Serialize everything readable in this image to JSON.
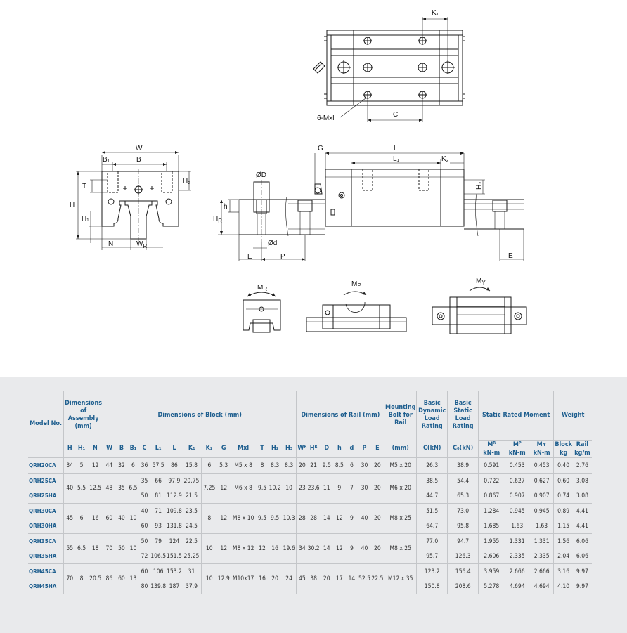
{
  "drawing_labels": {
    "top_view": {
      "k1": "K₁",
      "mxl": "6-Mxl",
      "c": "C"
    },
    "front_view": {
      "w": "W",
      "b1": "B₁",
      "b": "B",
      "t": "T",
      "h2": "H₂",
      "h": "H",
      "h1": "H₁",
      "n": "N",
      "wr": "W",
      "wr_sub": "R"
    },
    "side_view": {
      "g": "G",
      "l": "L",
      "l1": "L₁",
      "k2": "K₂",
      "h3": "H₃",
      "od_top": "ØD",
      "h_small": "h",
      "hr": "H",
      "hr_sub": "R",
      "od_bottom": "Ød",
      "e_left": "E",
      "p": "P",
      "e_right": "E"
    },
    "moments": {
      "mr": "M",
      "mr_sub": "R",
      "mp": "M",
      "mp_sub": "P",
      "my": "M",
      "my_sub": "Y"
    }
  },
  "colors": {
    "header_text": "#1f5f8f",
    "panel_bg": "#e9eaec",
    "rule": "#c4c6c9",
    "line": "#1a1a1a"
  },
  "table": {
    "header": {
      "model_no": "Model No.",
      "assembly": "Dimensions of Assembly (mm)",
      "block": "Dimensions of Block (mm)",
      "rail": "Dimensions of Rail (mm)",
      "mounting": "Mounting Bolt for Rail",
      "dynamic": "Basic Dynamic Load Rating",
      "static": "Basic Static Load Rating",
      "moment": "Static Rated Moment",
      "weight": "Weight",
      "weight_block": "Block",
      "weight_rail": "Rail"
    },
    "columns": [
      "H",
      "H₁",
      "N",
      "W",
      "B",
      "B₁",
      "C",
      "L₁",
      "L",
      "K₁",
      "K₂",
      "G",
      "Mxl",
      "T",
      "H₂",
      "H₃",
      "Wᴿ",
      "Hᴿ",
      "D",
      "h",
      "d",
      "P",
      "E",
      "(mm)",
      "C(kN)",
      "C₀(kN)",
      "Mᴿ",
      "Mᴾ",
      "Mʏ",
      "kg",
      "kg/m"
    ],
    "moment_units": [
      "kN-m",
      "kN-m",
      "kN-m"
    ],
    "groups": [
      {
        "shared": {
          "H": "34",
          "H1": "5",
          "N": "12",
          "W": "44",
          "B": "32",
          "B1": "6",
          "K2": "6",
          "G": "5.3",
          "Mxl": "M5 x 8",
          "T": "8",
          "H2": "8.3",
          "H3": "8.3",
          "WR": "20",
          "HR": "21",
          "D": "9.5",
          "h": "8.5",
          "d": "6",
          "P": "30",
          "E": "20",
          "bolt": "M5 x 20"
        },
        "rows": [
          {
            "model": "QRH20CA",
            "C": "36",
            "L1": "57.5",
            "L": "86",
            "K1": "15.8",
            "dyn": "26.3",
            "stat": "38.9",
            "MR": "0.591",
            "MP": "0.453",
            "MY": "0.453",
            "block": "0.40",
            "rail": "2.76"
          }
        ]
      },
      {
        "shared": {
          "H": "40",
          "H1": "5.5",
          "N": "12.5",
          "W": "48",
          "B": "35",
          "B1": "6.5",
          "K2": "7.25",
          "G": "12",
          "Mxl": "M6 x 8",
          "T": "9.5",
          "H2": "10.2",
          "H3": "10",
          "WR": "23",
          "HR": "23.6",
          "D": "11",
          "h": "9",
          "d": "7",
          "P": "30",
          "E": "20",
          "bolt": "M6 x 20"
        },
        "rows": [
          {
            "model": "QRH25CA",
            "C": "35",
            "L1": "66",
            "L": "97.9",
            "K1": "20.75",
            "dyn": "38.5",
            "stat": "54.4",
            "MR": "0.722",
            "MP": "0.627",
            "MY": "0.627",
            "block": "0.60",
            "rail": "3.08"
          },
          {
            "model": "QRH25HA",
            "C": "50",
            "L1": "81",
            "L": "112.9",
            "K1": "21.5",
            "dyn": "44.7",
            "stat": "65.3",
            "MR": "0.867",
            "MP": "0.907",
            "MY": "0.907",
            "block": "0.74",
            "rail": "3.08"
          }
        ]
      },
      {
        "shared": {
          "H": "45",
          "H1": "6",
          "N": "16",
          "W": "60",
          "B": "40",
          "B1": "10",
          "K2": "8",
          "G": "12",
          "Mxl": "M8 x 10",
          "T": "9.5",
          "H2": "9.5",
          "H3": "10.3",
          "WR": "28",
          "HR": "28",
          "D": "14",
          "h": "12",
          "d": "9",
          "P": "40",
          "E": "20",
          "bolt": "M8 x 25"
        },
        "rows": [
          {
            "model": "QRH30CA",
            "C": "40",
            "L1": "71",
            "L": "109.8",
            "K1": "23.5",
            "dyn": "51.5",
            "stat": "73.0",
            "MR": "1.284",
            "MP": "0.945",
            "MY": "0.945",
            "block": "0.89",
            "rail": "4.41"
          },
          {
            "model": "QRH30HA",
            "C": "60",
            "L1": "93",
            "L": "131.8",
            "K1": "24.5",
            "dyn": "64.7",
            "stat": "95.8",
            "MR": "1.685",
            "MP": "1.63",
            "MY": "1.63",
            "block": "1.15",
            "rail": "4.41"
          }
        ]
      },
      {
        "shared": {
          "H": "55",
          "H1": "6.5",
          "N": "18",
          "W": "70",
          "B": "50",
          "B1": "10",
          "K2": "10",
          "G": "12",
          "Mxl": "M8 x 12",
          "T": "12",
          "H2": "16",
          "H3": "19.6",
          "WR": "34",
          "HR": "30.2",
          "D": "14",
          "h": "12",
          "d": "9",
          "P": "40",
          "E": "20",
          "bolt": "M8 x 25"
        },
        "rows": [
          {
            "model": "QRH35CA",
            "C": "50",
            "L1": "79",
            "L": "124",
            "K1": "22.5",
            "dyn": "77.0",
            "stat": "94.7",
            "MR": "1.955",
            "MP": "1.331",
            "MY": "1.331",
            "block": "1.56",
            "rail": "6.06"
          },
          {
            "model": "QRH35HA",
            "C": "72",
            "L1": "106.5",
            "L": "151.5",
            "K1": "25.25",
            "dyn": "95.7",
            "stat": "126.3",
            "MR": "2.606",
            "MP": "2.335",
            "MY": "2.335",
            "block": "2.04",
            "rail": "6.06"
          }
        ]
      },
      {
        "shared": {
          "H": "70",
          "H1": "8",
          "N": "20.5",
          "W": "86",
          "B": "60",
          "B1": "13",
          "K2": "10",
          "G": "12.9",
          "Mxl": "M10x17",
          "T": "16",
          "H2": "20",
          "H3": "24",
          "WR": "45",
          "HR": "38",
          "D": "20",
          "h": "17",
          "d": "14",
          "P": "52.5",
          "E": "22.5",
          "bolt": "M12 x 35"
        },
        "rows": [
          {
            "model": "QRH45CA",
            "C": "60",
            "L1": "106",
            "L": "153.2",
            "K1": "31",
            "dyn": "123.2",
            "stat": "156.4",
            "MR": "3.959",
            "MP": "2.666",
            "MY": "2.666",
            "block": "3.16",
            "rail": "9.97"
          },
          {
            "model": "QRH45HA",
            "C": "80",
            "L1": "139.8",
            "L": "187",
            "K1": "37.9",
            "dyn": "150.8",
            "stat": "208.6",
            "MR": "5.278",
            "MP": "4.694",
            "MY": "4.694",
            "block": "4.10",
            "rail": "9.97"
          }
        ]
      }
    ]
  }
}
